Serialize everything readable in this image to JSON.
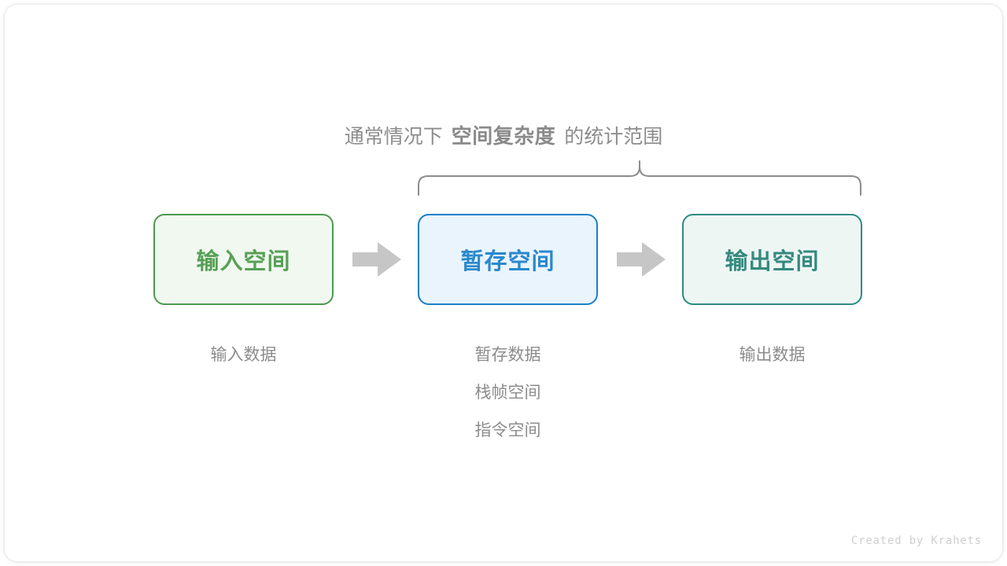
{
  "diagram": {
    "brace_caption": {
      "prefix": "通常情况下",
      "emphasis": "空间复杂度",
      "suffix": "的统计范围"
    },
    "boxes": [
      {
        "id": "input",
        "label": "输入空间",
        "border_color": "#4c9a4e",
        "fill_color": "#f1f8f0",
        "text_color": "#57a055",
        "captions": [
          "输入数据"
        ]
      },
      {
        "id": "temp",
        "label": "暂存空间",
        "border_color": "#1a7fc8",
        "fill_color": "#e9f4fd",
        "text_color": "#2a88cd",
        "captions": [
          "暂存数据",
          "栈帧空间",
          "指令空间"
        ]
      },
      {
        "id": "output",
        "label": "输出空间",
        "border_color": "#2e8a83",
        "fill_color": "#eef6f4",
        "text_color": "#34897f",
        "captions": [
          "输出数据"
        ]
      }
    ],
    "arrow_color": "#c6c6c6",
    "brace_color": "#8c8c8c",
    "caption_color": "#8c8c8c"
  },
  "footer": {
    "credit": "Created by Krahets"
  }
}
